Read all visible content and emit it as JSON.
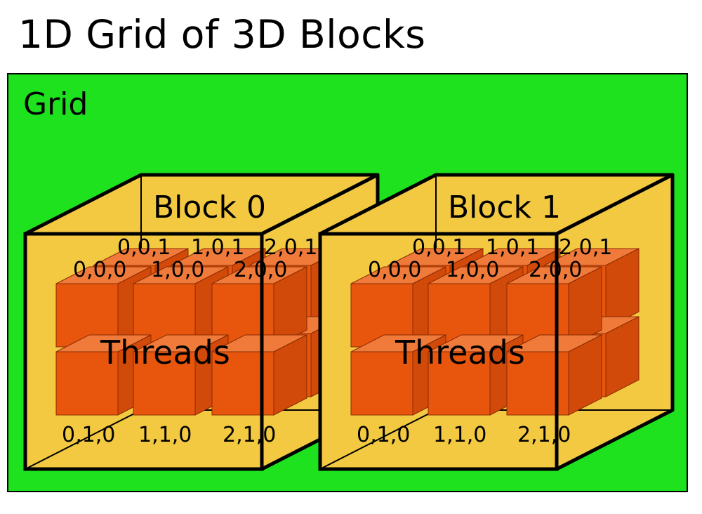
{
  "title": "1D Grid of 3D Blocks",
  "grid": {
    "label": "Grid"
  },
  "threads_label": "Threads",
  "blocks": [
    {
      "label": "Block 0",
      "back_labels": [
        "0,0,1",
        "1,0,1",
        "2,0,1"
      ],
      "top_labels": [
        "0,0,0",
        "1,0,0",
        "2,0,0"
      ],
      "bottom_labels": [
        "0,1,0",
        "1,1,0",
        "2,1,0"
      ]
    },
    {
      "label": "Block 1",
      "back_labels": [
        "0,0,1",
        "1,0,1",
        "2,0,1"
      ],
      "top_labels": [
        "0,0,0",
        "1,0,0",
        "2,0,0"
      ],
      "bottom_labels": [
        "0,1,0",
        "1,1,0",
        "2,1,0"
      ]
    }
  ],
  "colors": {
    "grid": "#1ee21e",
    "block": "#f2c940",
    "thread_front": "#e8560e",
    "thread_side": "#d24a0a",
    "thread_top": "#f07a3a",
    "edge": "#000000"
  }
}
